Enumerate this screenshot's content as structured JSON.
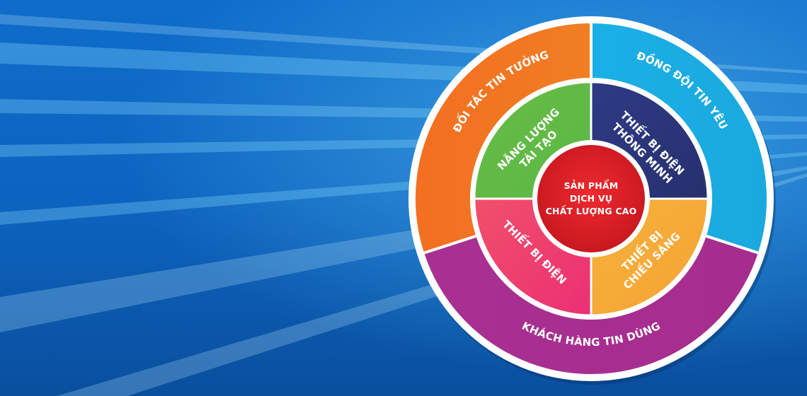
{
  "center": {
    "line1": "SẢN PHẨM",
    "line2": "DỊCH VỤ",
    "line3": "CHẤT LƯỢNG CAO",
    "color": "#E3202A"
  },
  "inner_segments": [
    {
      "id": "nang-luong",
      "line1": "NĂNG LƯỢNG",
      "line2": "TÁI TẠO",
      "color": "#5BB745"
    },
    {
      "id": "thiet-bi-dien-thong-minh",
      "line1": "THIẾT BỊ ĐIỆN",
      "line2": "THÔNG MINH",
      "color": "#27306E"
    },
    {
      "id": "thiet-bi-chieu-sang",
      "line1": "THIẾT BỊ",
      "line2": "CHIẾU SÁNG",
      "color": "#F7A234"
    },
    {
      "id": "thiet-bi-dien",
      "line1": "THIẾT BỊ ĐIỆN",
      "line2": "",
      "color": "#EC2F74"
    }
  ],
  "outer_segments": [
    {
      "id": "doi-tac",
      "label": "ĐỐI TÁC TIN TƯỞNG",
      "color": "#F07E24"
    },
    {
      "id": "dong-doi",
      "label": "ĐỒNG ĐỘI TIN YÊU",
      "color": "#1AA9DE"
    },
    {
      "id": "khach-hang",
      "label": "KHÁCH HÀNG TIN DÙNG",
      "color": "#A62D8E"
    }
  ],
  "background": {
    "top": "#0E66C4",
    "bottom": "#0A4E9C",
    "accent": "#3FB7F0"
  }
}
